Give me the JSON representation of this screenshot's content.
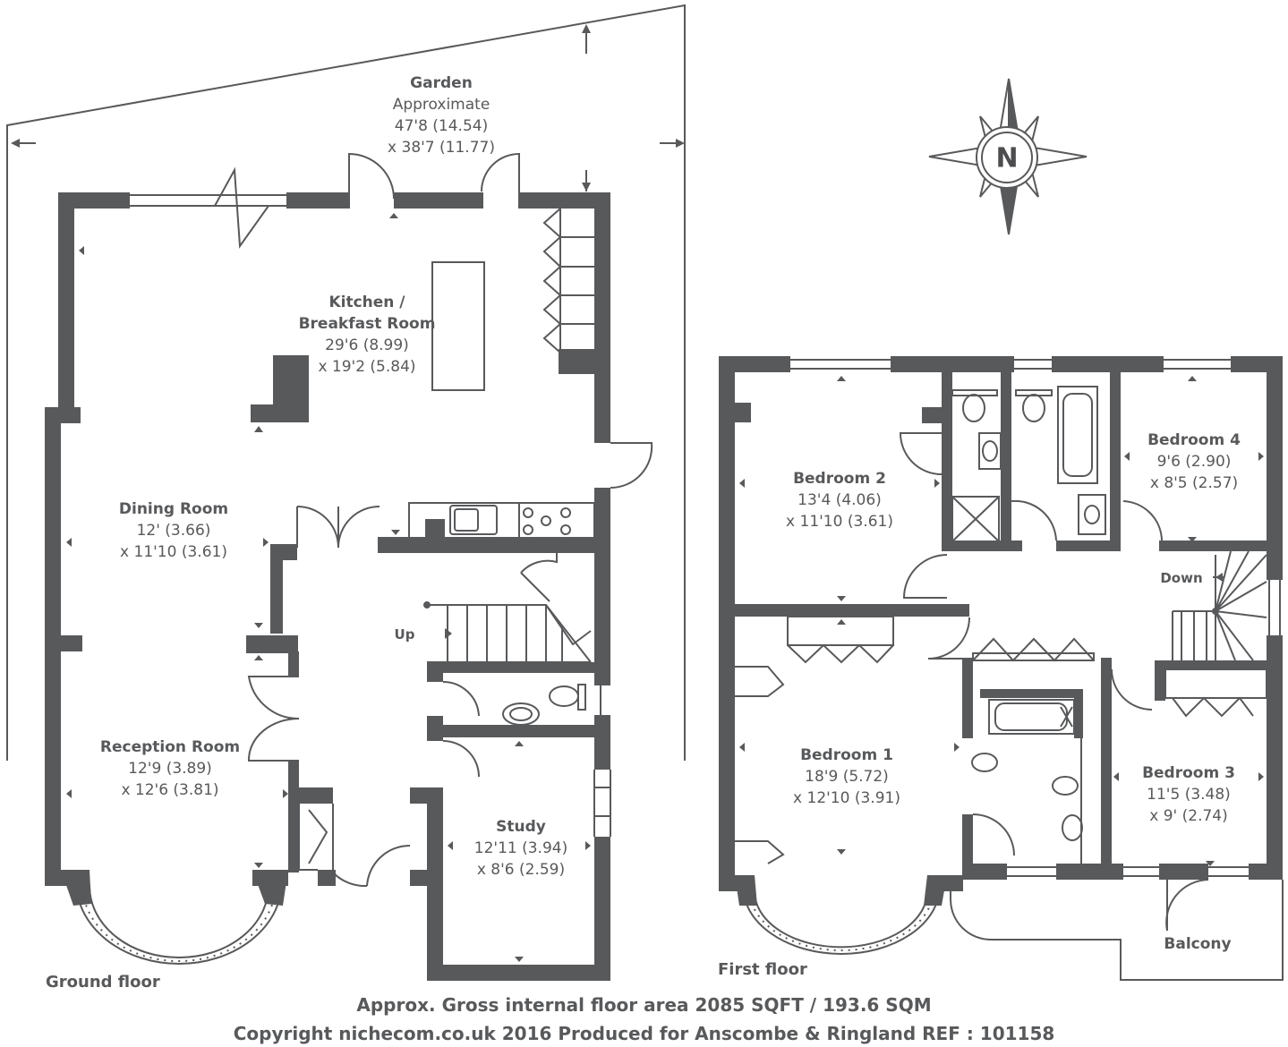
{
  "garden": {
    "name": "Garden",
    "note": "Approximate",
    "dim1": "47'8 (14.54)",
    "dim2": "x 38'7 (11.77)"
  },
  "rooms": {
    "kitchen": {
      "name1": "Kitchen /",
      "name2": "Breakfast Room",
      "dim1": "29'6 (8.99)",
      "dim2": "x 19'2 (5.84)"
    },
    "dining": {
      "name": "Dining Room",
      "dim1": "12' (3.66)",
      "dim2": "x 11'10 (3.61)"
    },
    "reception": {
      "name": "Reception Room",
      "dim1": "12'9 (3.89)",
      "dim2": "x 12'6 (3.81)"
    },
    "study": {
      "name": "Study",
      "dim1": "12'11 (3.94)",
      "dim2": "x 8'6 (2.59)"
    },
    "bedroom2": {
      "name": "Bedroom 2",
      "dim1": "13'4 (4.06)",
      "dim2": "x 11'10 (3.61)"
    },
    "bedroom4": {
      "name": "Bedroom 4",
      "dim1": "9'6 (2.90)",
      "dim2": "x 8'5 (2.57)"
    },
    "bedroom1": {
      "name": "Bedroom 1",
      "dim1": "18'9 (5.72)",
      "dim2": "x 12'10 (3.91)"
    },
    "bedroom3": {
      "name": "Bedroom 3",
      "dim1": "11'5 (3.48)",
      "dim2": "x 9' (2.74)"
    }
  },
  "stairs": {
    "up": "Up",
    "down": "Down"
  },
  "balcony": "Balcony",
  "floors": {
    "ground": "Ground floor",
    "first": "First floor"
  },
  "compass": {
    "letter": "N"
  },
  "footer": {
    "area": "Approx. Gross internal floor area 2085 SQFT / 193.6 SQM",
    "copyright": "Copyright nichecom.co.uk 2016 Produced for Anscombe & Ringland REF : 101158"
  },
  "colors": {
    "wall": "#58595b",
    "line": "#58595b",
    "text": "#58595b"
  }
}
